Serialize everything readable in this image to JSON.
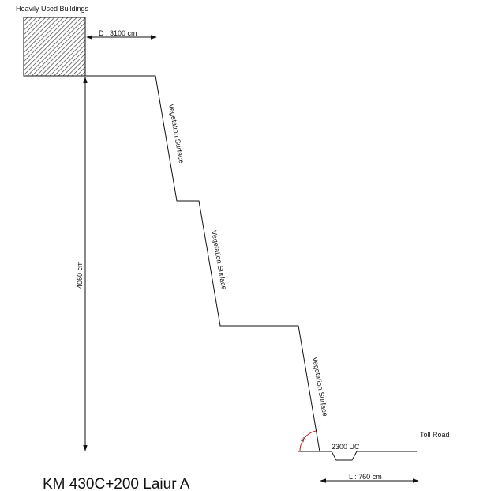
{
  "building_label": "Heavily Used Buildings",
  "distance_label": "D : 3100 cm",
  "height_label": "4060 cm",
  "slope_labels": [
    "Vegetation Surface",
    "Vegetation Surface",
    "Vegetation Surface"
  ],
  "angle_label": "80°",
  "culvert_label": "2300 UC",
  "road_label": "Toll Road",
  "length_label": "L : 760 cm",
  "section_title": "KM 430C+200 Laiur A",
  "colors": {
    "line": "#111111",
    "angle_arc": "#cc2222",
    "hatch": "#333333"
  }
}
